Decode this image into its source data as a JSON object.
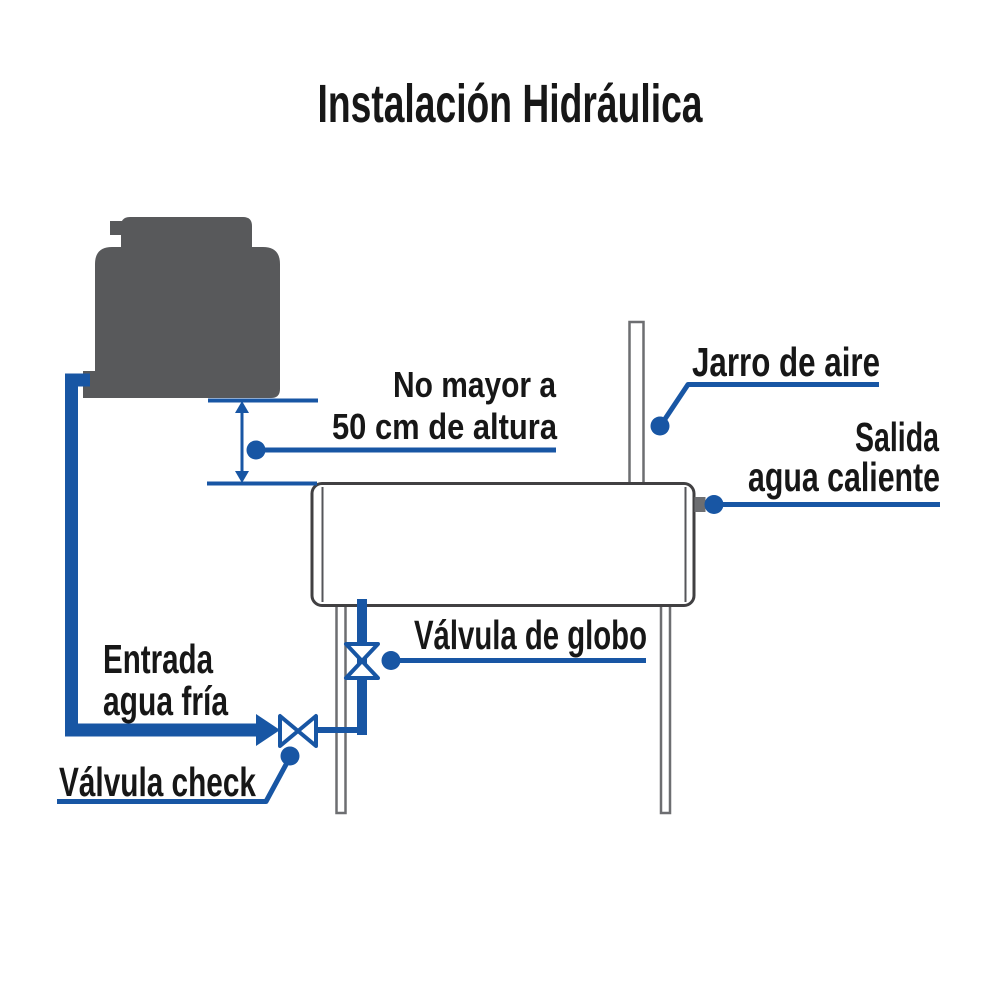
{
  "title": "Instalación Hidráulica",
  "colors": {
    "accent_blue": "#1856A4",
    "tank_gray": "#58595B",
    "outline_gray": "#6D6E71",
    "heater_outline": "#414042",
    "text": "#171717"
  },
  "labels": {
    "height_limit_line1": "No mayor a",
    "height_limit_line2": "50 cm de altura",
    "air_jar": "Jarro de aire",
    "hot_outlet_line1": "Salida",
    "hot_outlet_line2": "agua caliente",
    "globe_valve": "Válvula de globo",
    "cold_inlet_line1": "Entrada",
    "cold_inlet_line2": "agua fría",
    "check_valve": "Válvula check"
  },
  "icons": {
    "check_valve_icon": "bowtie-horizontal-valve",
    "globe_valve_icon": "bowtie-vertical-valve",
    "flow_arrow_icon": "right-arrowhead",
    "dimension_icon": "double-headed-vertical-arrow"
  }
}
